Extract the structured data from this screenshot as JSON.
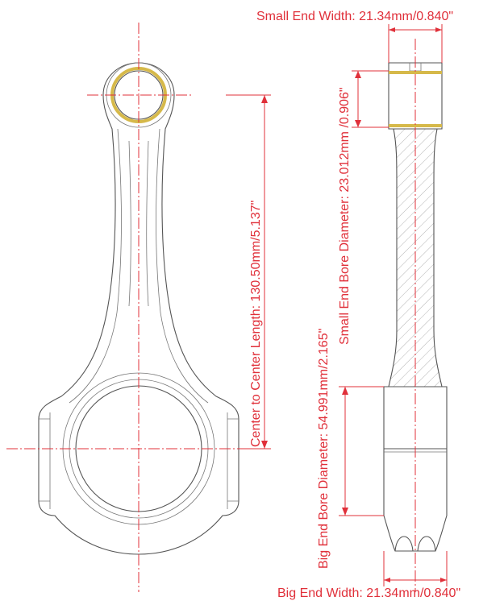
{
  "labels": {
    "small_end_width": "Small End Width: 21.34mm/0.840\"",
    "small_end_bore": "Small End Bore Diameter: 23.012mm /0.906\"",
    "center_to_center": "Center to Center Length: 130.50mm/5.137\"",
    "big_end_bore": "Big End Bore Diameter: 54.991mm/2.165\"",
    "big_end_width": "Big End Width: 21.34mm/0.840\""
  },
  "colors": {
    "dimension": "#e0303a",
    "outline": "#555555",
    "bushing": "#d6b94a",
    "hatch": "#999999"
  }
}
